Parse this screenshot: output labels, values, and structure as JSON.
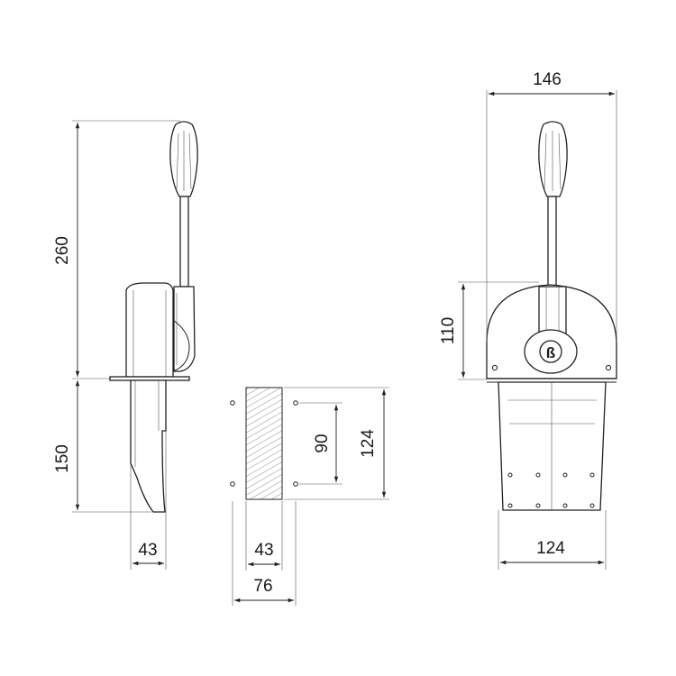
{
  "dimensions": {
    "side_total_height": "260",
    "side_lower_height": "150",
    "side_width": "43",
    "cutout_width": "43",
    "cutout_holes_width": "76",
    "cutout_holes_height": "90",
    "cutout_height": "124",
    "front_width": "146",
    "front_upper_height": "110",
    "front_lower_width": "124"
  },
  "colors": {
    "line": "#222222",
    "background": "#ffffff"
  }
}
